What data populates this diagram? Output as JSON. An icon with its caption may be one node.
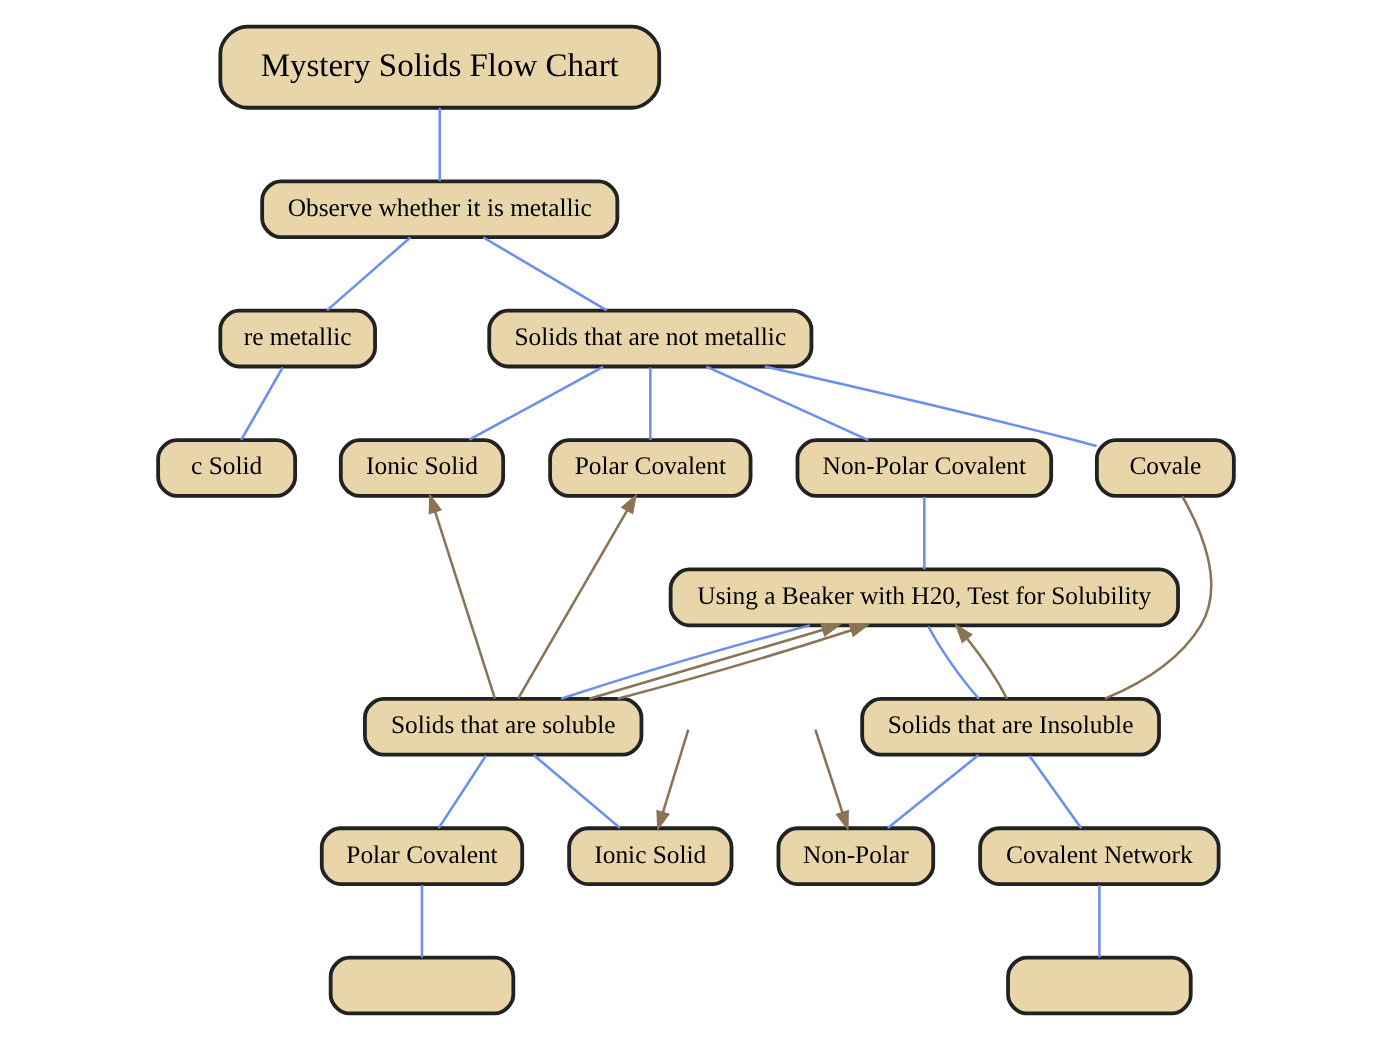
{
  "diagram": {
    "nodes": [
      {
        "text": [
          "Mystery Solids Flow Chart"
        ]
      },
      {
        "text": [
          "Observe whether it is metallic"
        ]
      },
      {
        "text": [
          "re metallic"
        ]
      },
      {
        "text": [
          "Solids that are not metallic"
        ]
      },
      {
        "text": [
          "c Solid"
        ]
      },
      {
        "text": [
          "Ionic Solid"
        ]
      },
      {
        "text": [
          "Polar Covalent"
        ]
      },
      {
        "text": [
          "Non-Polar Covalent"
        ]
      },
      {
        "text": [
          "Covale"
        ]
      },
      {
        "text": [
          "Using a Beaker with H20, Test for Solubility"
        ]
      },
      {
        "text": [
          "Solids that are soluble"
        ]
      },
      {
        "text": [
          "Solids that are Insoluble"
        ]
      },
      {
        "text": [
          "Ionic Solid"
        ]
      },
      {
        "text": [
          "Polar Covalent"
        ]
      },
      {
        "text": [
          "Non-Polar"
        ]
      },
      {
        "text": [
          "Covalent Network"
        ]
      },
      {
        "text": [],
        "shape": "box"
      },
      {
        "text": [],
        "shape": "box"
      }
    ],
    "edges": [
      {
        "from": 0,
        "to": 1,
        "arrow": "none"
      },
      {
        "from": 1,
        "to": 2,
        "arrow": "none"
      },
      {
        "from": 1,
        "to": 3,
        "arrow": "none"
      },
      {
        "from": 2,
        "to": 4,
        "arrow": "none"
      },
      {
        "from": 3,
        "to": 5,
        "arrow": "none"
      },
      {
        "from": 3,
        "to": 6,
        "arrow": "none"
      },
      {
        "from": 3,
        "to": 7,
        "arrow": "none"
      },
      {
        "from": 3,
        "to": 8,
        "arrow": "none"
      },
      {
        "from": 7,
        "to": 9,
        "arrow": "none"
      },
      {
        "from": 9,
        "to": 10,
        "arrow": "none"
      },
      {
        "from": 9,
        "to": 11,
        "arrow": "none"
      },
      {
        "from": 10,
        "to": 12,
        "arrow": "none"
      },
      {
        "from": 10,
        "to": 13,
        "arrow": "none"
      },
      {
        "from": 11,
        "to": 14,
        "arrow": "none"
      },
      {
        "from": 11,
        "to": 15,
        "arrow": "none"
      },
      {
        "from": 13,
        "to": 16,
        "arrow": "none"
      },
      {
        "from": 15,
        "to": 17,
        "arrow": "none"
      },
      {
        "from": 10,
        "to": 5,
        "arrow": "to",
        "color": "#8b7355"
      },
      {
        "from": 10,
        "to": 6,
        "arrow": "to",
        "color": "#8b7355"
      },
      {
        "from": 10,
        "to": 9,
        "arrow": "to",
        "color": "#8b7355"
      },
      {
        "from": 10,
        "to": 9,
        "arrow": "to",
        "color": "#8b7355"
      },
      {
        "from": 11,
        "to": 9,
        "arrow": "to",
        "color": "#8b7355"
      },
      {
        "from": 11,
        "to": 8,
        "arrow": "none",
        "color": "#8b7355"
      },
      {
        "from": null,
        "to": 12,
        "arrow": "to",
        "color": "#8b7355"
      },
      {
        "from": null,
        "to": 14,
        "arrow": "to",
        "color": "#8b7355"
      }
    ]
  }
}
